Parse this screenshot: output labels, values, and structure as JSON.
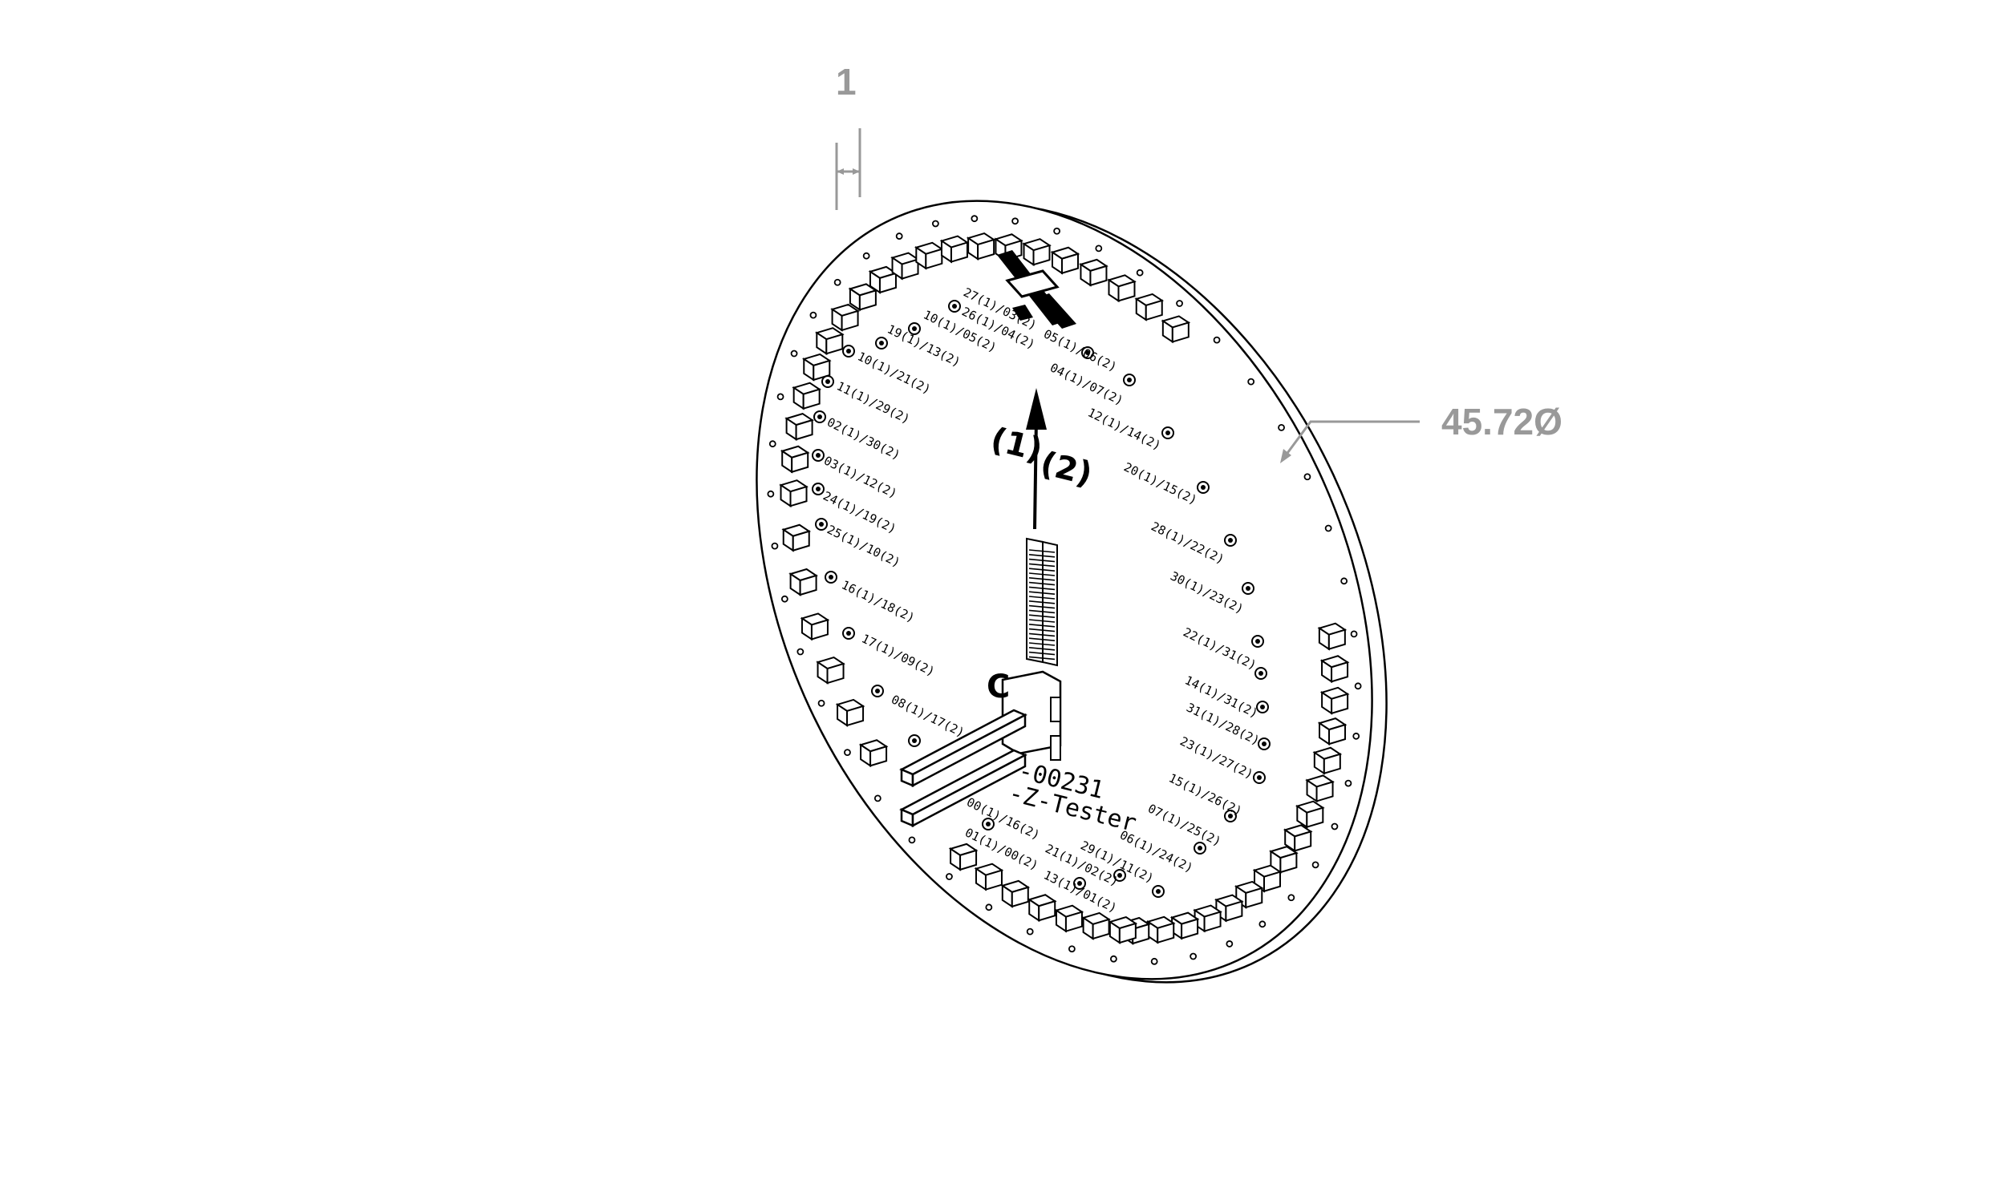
{
  "dimensions": {
    "thickness_label": "1",
    "diameter_label": "45.72Ø",
    "color": "#999999"
  },
  "board": {
    "logo_icon": "x-logo-icon",
    "direction_labels": [
      "(1)",
      "(2)"
    ],
    "part_number": "-00231",
    "part_name": "-Z-Tester",
    "left_pad_labels": [
      "27(1)/03(2)",
      "10(1)/05(2)",
      "26(1)/04(2)",
      "19(1)/13(2)",
      "10(1)/21(2)",
      "11(1)/29(2)",
      "02(1)/30(2)",
      "03(1)/12(2)",
      "24(1)/19(2)",
      "25(1)/10(2)",
      "16(1)/18(2)",
      "17(1)/09(2)",
      "08(1)/17(2)"
    ],
    "right_pad_labels": [
      "05(1)/06(2)",
      "04(1)/07(2)",
      "12(1)/14(2)",
      "20(1)/15(2)",
      "28(1)/22(2)",
      "30(1)/23(2)",
      "22(1)/31(2)",
      "14(1)/31(2)",
      "31(1)/28(2)",
      "23(1)/27(2)",
      "15(1)/26(2)",
      "07(1)/25(2)",
      "06(1)/24(2)"
    ],
    "bottom_pad_labels": [
      "00(1)/16(2)",
      "01(1)/00(2)",
      "21(1)/02(2)",
      "29(1)/11(2)",
      "13(1)/01(2)"
    ]
  }
}
